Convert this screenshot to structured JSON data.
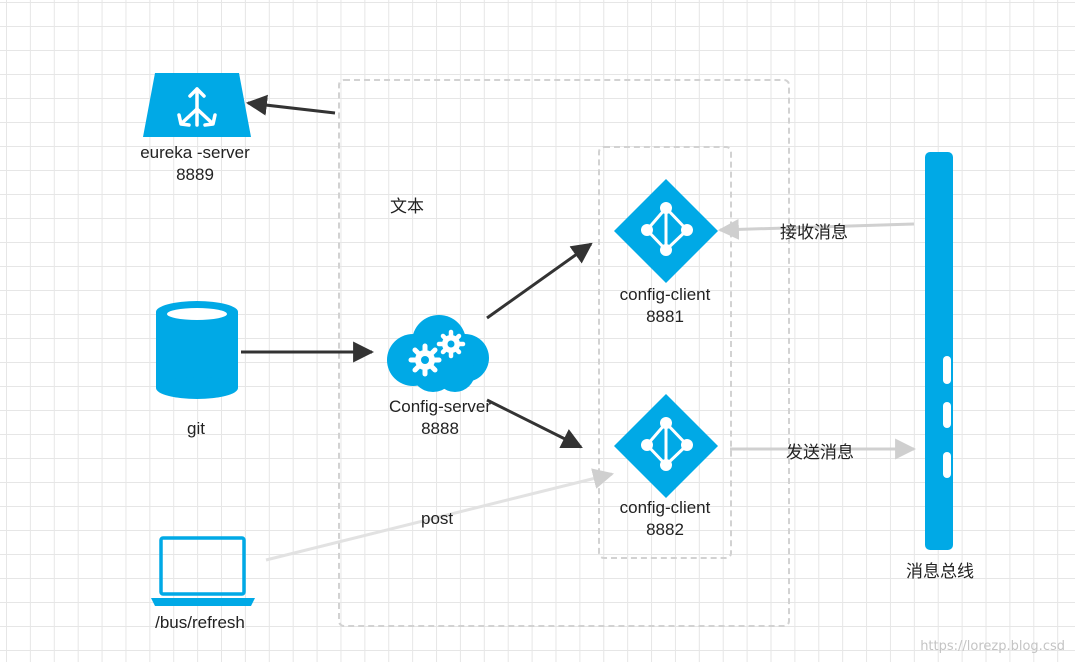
{
  "nodes": {
    "eureka": {
      "name": "eureka -server",
      "port": "8889"
    },
    "git": {
      "name": "git"
    },
    "config_server": {
      "name": "Config-server",
      "port": "8888"
    },
    "client1": {
      "name": "config-client",
      "port": "8881"
    },
    "client2": {
      "name": "config-client",
      "port": "8882"
    },
    "refresh": {
      "name": "/bus/refresh"
    },
    "bus": {
      "name": "消息总线"
    }
  },
  "labels": {
    "text": "文本",
    "receive": "接收消息",
    "send": "发送消息",
    "post": "post"
  },
  "watermark": "https://lorezp.blog.csd",
  "colors": {
    "accent": "#00a9e6",
    "arrow_dark": "#333333",
    "arrow_light": "#cccccc"
  }
}
